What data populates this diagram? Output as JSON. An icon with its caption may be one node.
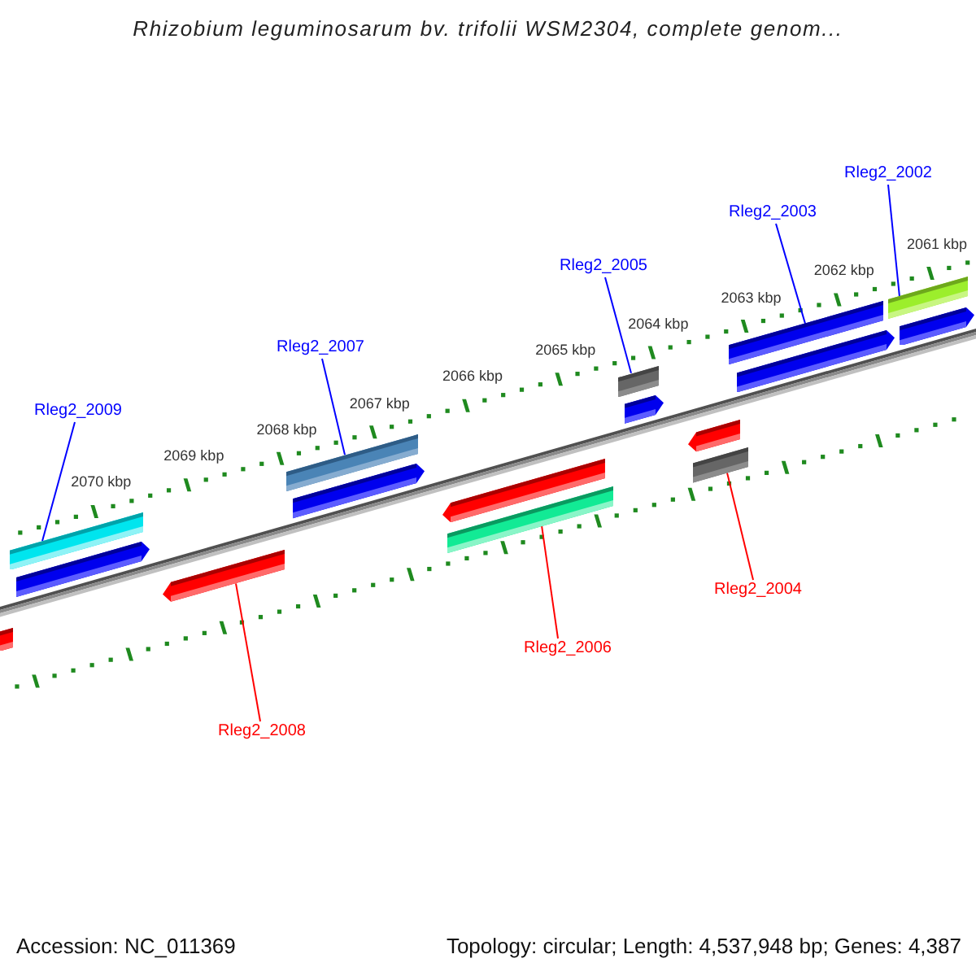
{
  "diagram": {
    "title": "Rhizobium leguminosarum bv. trifolii WSM2304, complete genom...",
    "nodes": [
      {
        "text": [
          "Rleg2_2002"
        ]
      },
      {
        "text": [
          "Rleg2_2003"
        ]
      },
      {
        "text": [
          "Rleg2_2005"
        ]
      },
      {
        "text": [
          "Rleg2_2007"
        ]
      },
      {
        "text": [
          "Rleg2_2009"
        ]
      },
      {
        "text": [
          "Rleg2_2004"
        ]
      },
      {
        "text": [
          "Rleg2_2006"
        ]
      },
      {
        "text": [
          "Rleg2_2008"
        ]
      },
      {
        "text": [],
        "shape": "bar"
      },
      {
        "text": [],
        "shape": "bar"
      },
      {
        "text": [],
        "shape": "arrow"
      },
      {
        "text": [],
        "shape": "arrow"
      },
      {
        "text": [],
        "shape": "bar"
      },
      {
        "text": [],
        "shape": "arrow"
      },
      {
        "text": [],
        "shape": "arrow"
      },
      {
        "text": [],
        "shape": "bar"
      },
      {
        "text": [],
        "shape": "bar"
      },
      {
        "text": [],
        "shape": "arrow"
      },
      {
        "text": [],
        "shape": "arrow"
      },
      {
        "text": [],
        "shape": "bar"
      },
      {
        "text": [],
        "shape": "bar"
      },
      {
        "text": [],
        "shape": "arrow"
      },
      {
        "text": [],
        "shape": "bar"
      },
      {
        "text": [],
        "shape": "arrow"
      }
    ],
    "edges": [
      {
        "from": 0,
        "to": 22,
        "arrow": "none"
      },
      {
        "from": 1,
        "to": 20,
        "arrow": "none"
      },
      {
        "from": 2,
        "to": 16,
        "arrow": "none"
      },
      {
        "from": 3,
        "to": 12,
        "arrow": "none"
      },
      {
        "from": 4,
        "to": 9,
        "arrow": "none"
      },
      {
        "from": 5,
        "to": 19,
        "arrow": "none",
        "color": "#ff0000"
      },
      {
        "from": 6,
        "to": 15,
        "arrow": "none",
        "color": "#ff0000"
      },
      {
        "from": 7,
        "to": 11,
        "arrow": "none",
        "color": "#ff0000"
      }
    ],
    "labels": [
      "2061 kbp",
      "2062 kbp",
      "2063 kbp",
      "2064 kbp",
      "2065 kbp",
      "2066 kbp",
      "2067 kbp",
      "2068 kbp",
      "2069 kbp",
      "2070 kbp",
      "Accession: NC_011369",
      "Topology: circular; Length: 4,537,948 bp; Genes: 4,387"
    ]
  }
}
